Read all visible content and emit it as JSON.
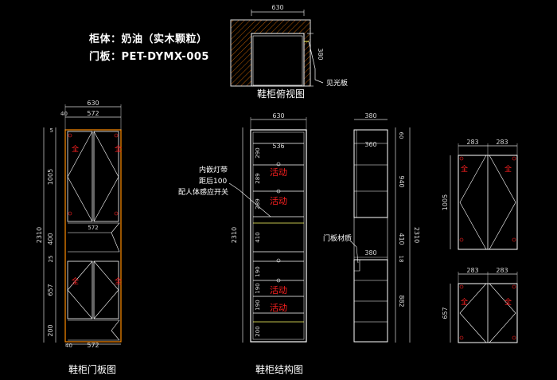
{
  "header": {
    "cabinet_body": "柜体：奶油（实木颗粒）",
    "door_panel": "门板：PET-DYMX-005"
  },
  "captions": {
    "top_view": "鞋柜俯视图",
    "door_view": "鞋柜门板图",
    "structure_view": "鞋柜结构图"
  },
  "notes": {
    "light_strip_1": "内嵌灯带",
    "light_strip_2": "距后100",
    "light_strip_3": "配人体感应开关",
    "door_material": "门板材质",
    "light_board": "见光板",
    "adjustable": "活动"
  },
  "dims": {
    "top_width": "630",
    "top_depth": "380",
    "front_width": "630",
    "front_40": "40",
    "front_572": "572",
    "front_572_mid": "572",
    "front_572_bot": "572",
    "front_40_bot": "40",
    "left_5": "5",
    "left_1005": "1005",
    "left_2310": "2310",
    "left_400": "400",
    "left_25": "25",
    "left_657": "657",
    "left_200": "200",
    "struct_630": "630",
    "struct_536": "536",
    "struct_2310": "2310",
    "struct_290": "290",
    "struct_289a": "289",
    "struct_289b": "289",
    "struct_410": "410",
    "struct_190a": "190",
    "struct_190b": "190",
    "struct_190c": "190",
    "struct_200": "200",
    "side_380": "380",
    "side_360": "360",
    "side_380_mid": "380",
    "side_60": "60",
    "side_940": "940",
    "side_410": "410",
    "side_18": "18",
    "side_882": "882",
    "side_2310": "2310",
    "door_a_283_1": "283",
    "door_a_283_2": "283",
    "door_a_1005": "1005",
    "door_b_283_1": "283",
    "door_b_283_2": "283",
    "door_b_657": "657"
  },
  "colors": {
    "background": "#000000",
    "line": "#ffffff",
    "dim": "#d8d8d8",
    "red": "#ff2020",
    "orange": "#ff8c00",
    "yellow": "#ffff66"
  }
}
